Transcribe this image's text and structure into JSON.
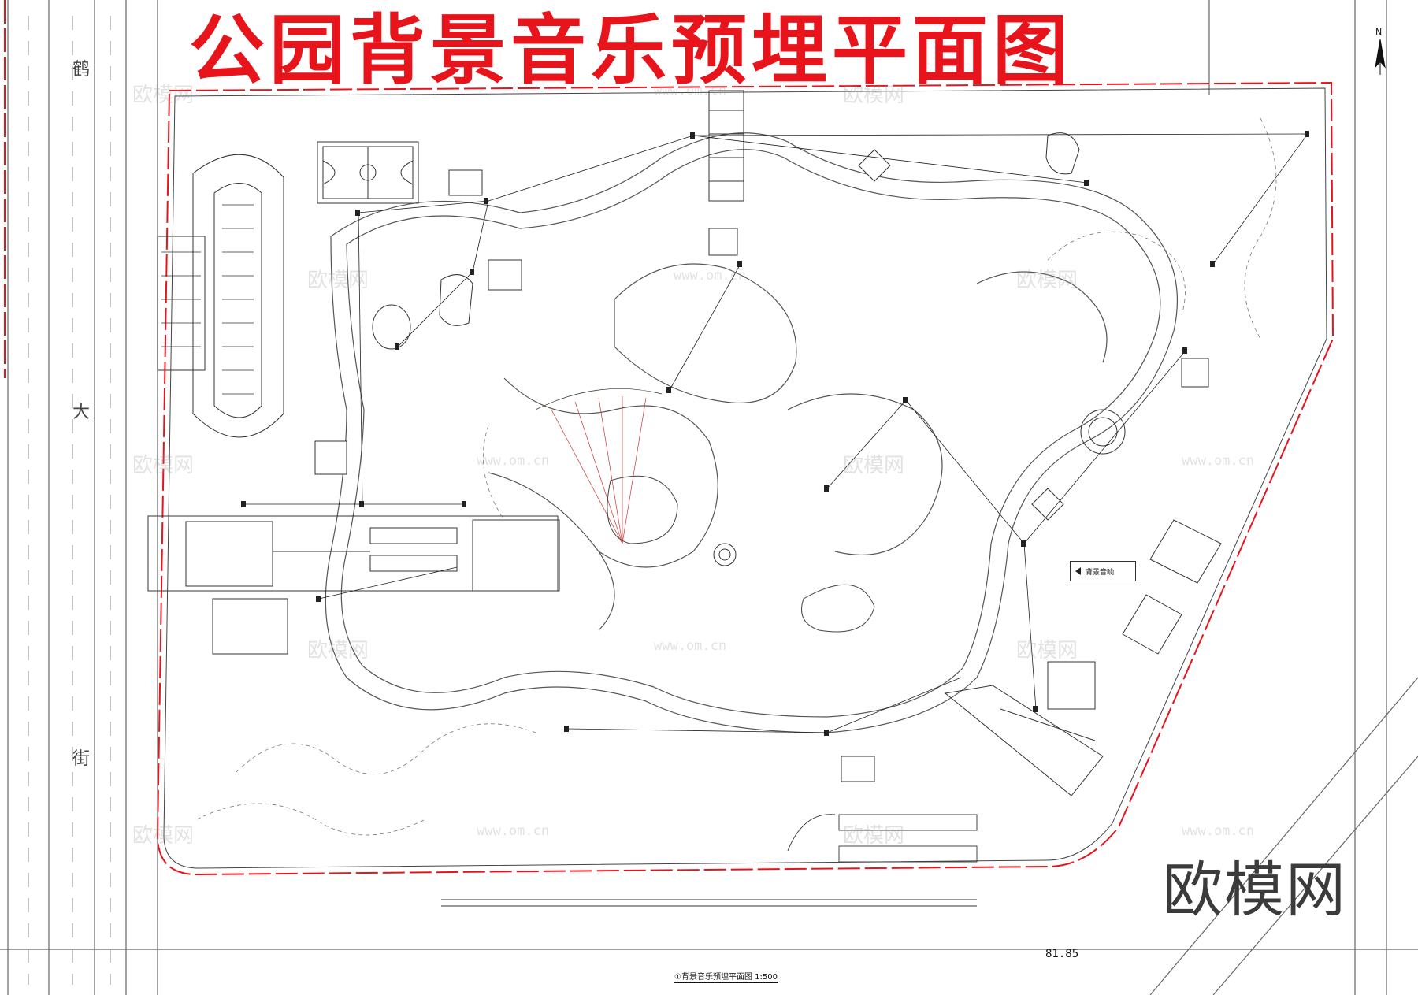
{
  "title": "公园背景音乐预埋平面图",
  "street_name_chars": [
    "鹤",
    "大",
    "街"
  ],
  "watermark_logo": "欧模网",
  "watermark_url": "www.om.cn",
  "brand_label": "欧模网",
  "elevation_label": "81.85",
  "drawing_caption": "①背景音乐预埋平面图 1:500",
  "north_label": "N",
  "legend_text": "背景音响",
  "colors": {
    "title": "#e8141c",
    "boundary": "#e8141c",
    "lines": "#333333",
    "paths": "#555555"
  }
}
